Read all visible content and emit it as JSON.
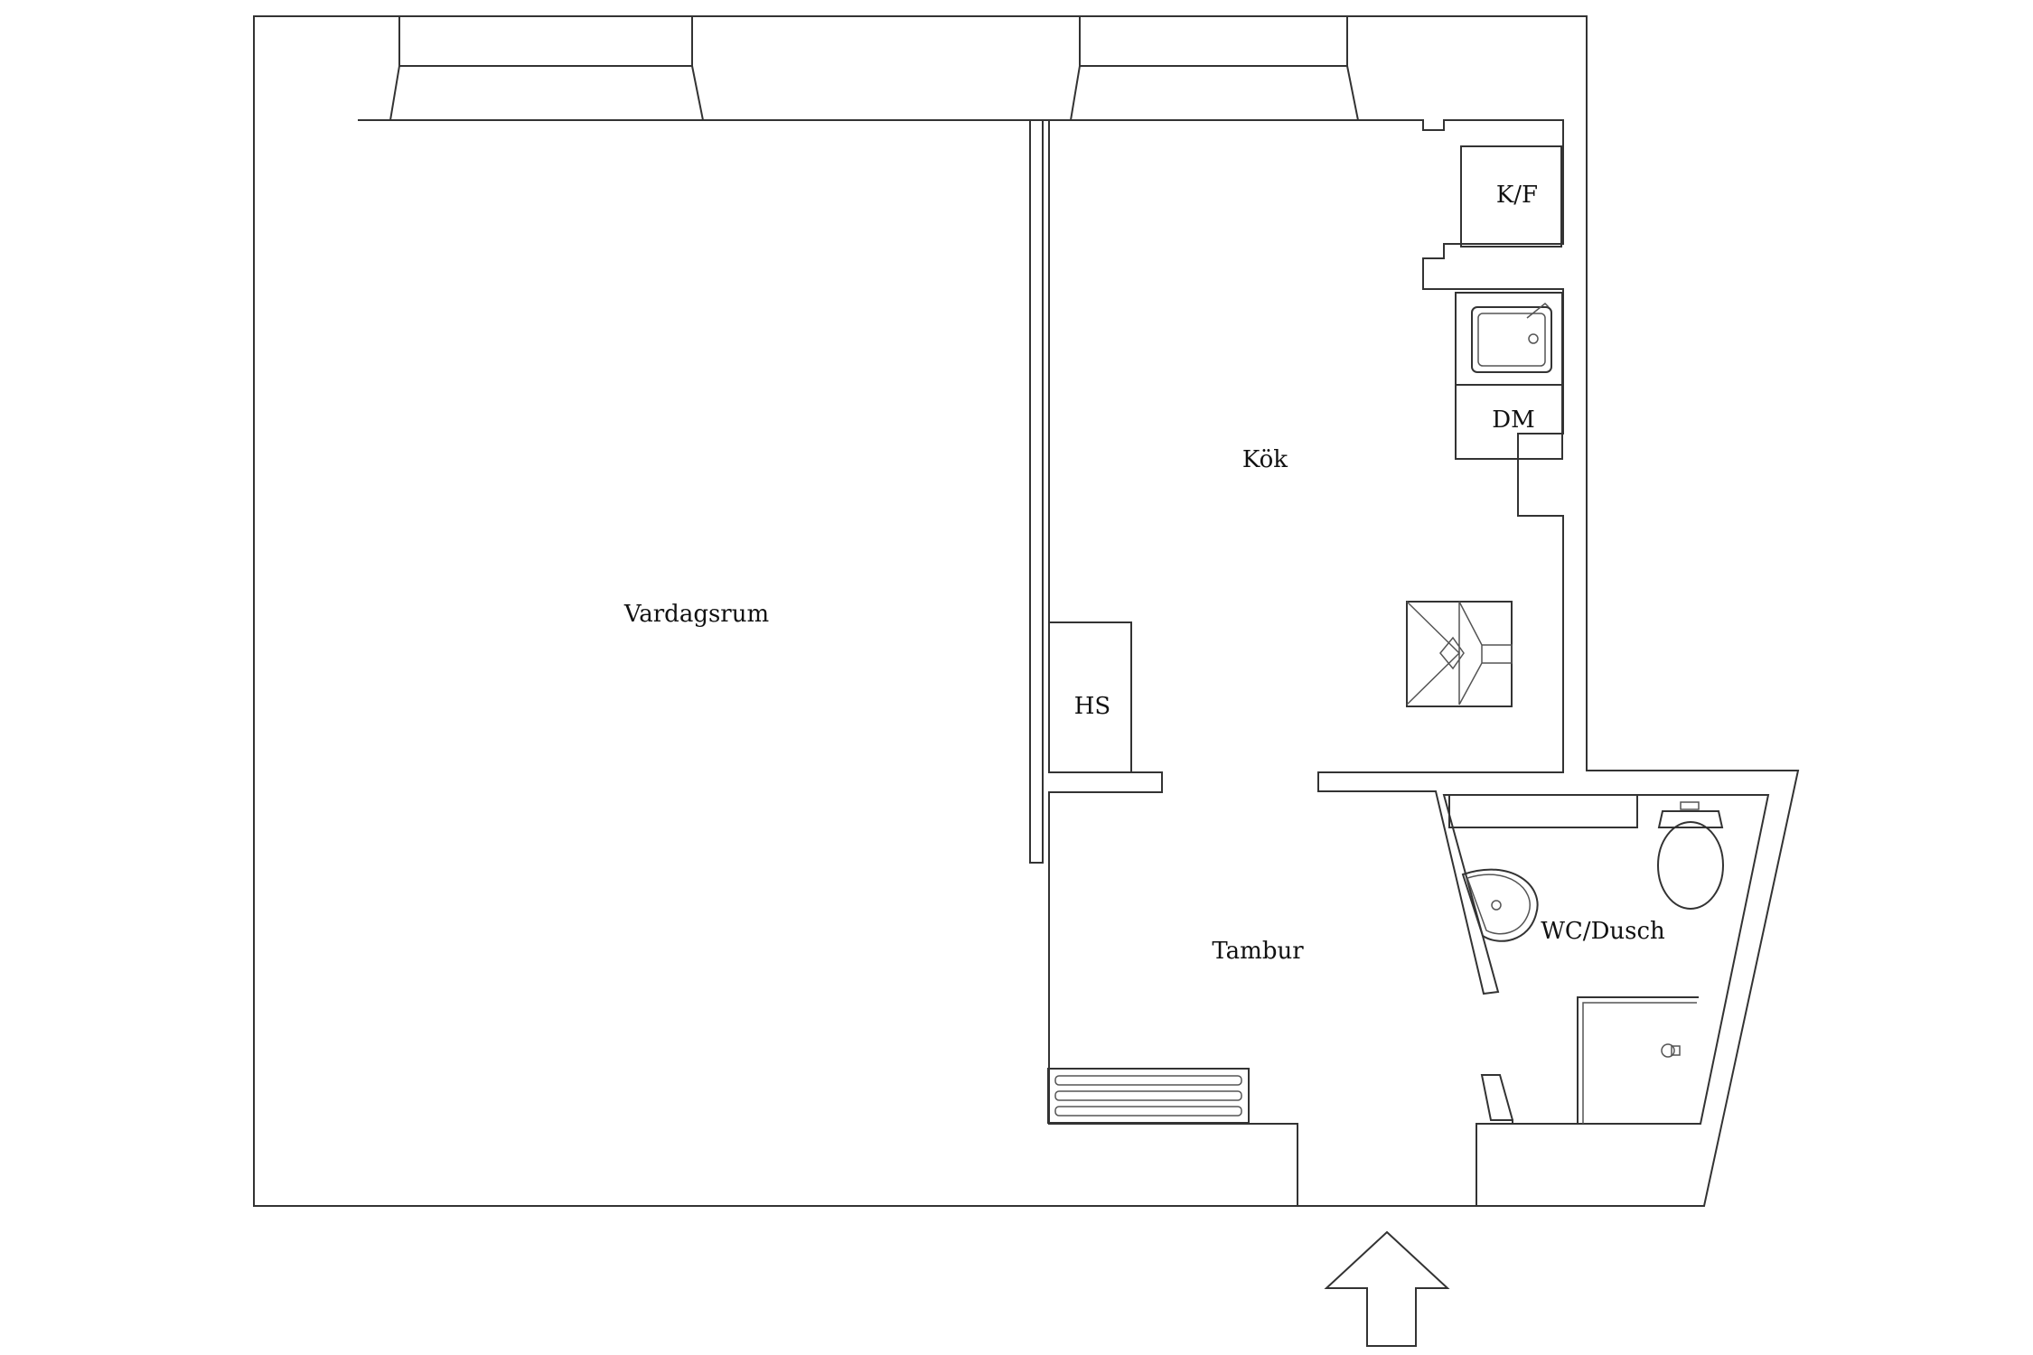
{
  "rooms": {
    "vardagsrum": "Vardagsrum",
    "kok": "Kök",
    "tambur": "Tambur",
    "wc_dusch": "WC/Dusch",
    "hs": "HS",
    "kf": "K/F",
    "dm": "DM"
  },
  "icons": {
    "entrance": "entrance-arrow-icon",
    "sink": "kitchen-sink-icon",
    "stove": "stove-icon",
    "toilet": "toilet-icon",
    "washbasin": "washbasin-icon",
    "shower": "shower-icon",
    "radiator": "radiator-icon"
  },
  "colors": {
    "line": "#333333",
    "background": "#ffffff"
  }
}
